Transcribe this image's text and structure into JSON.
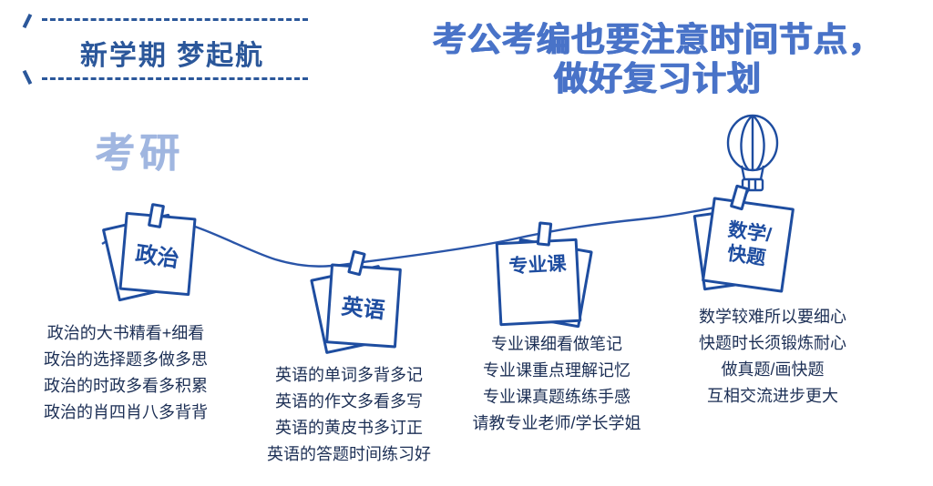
{
  "slide": {
    "badge_title": "新学期 梦起航",
    "main_title_line1": "考公考编也要注意时间节点，",
    "main_title_line2": "做好复习计划",
    "section_label": "考研"
  },
  "notes": [
    {
      "label_lines": [
        "政治"
      ],
      "tips": [
        "政治的大书精看+细看",
        "政治的选择题多做多思",
        "政治的时政多看多积累",
        "政治的肖四肖八多背背"
      ]
    },
    {
      "label_lines": [
        "英语"
      ],
      "tips": [
        "英语的单词多背多记",
        "英语的作文多看多写",
        "英语的黄皮书多订正",
        "英语的答题时间练习好"
      ]
    },
    {
      "label_lines": [
        "专业课"
      ],
      "tips": [
        "专业课细看做笔记",
        "专业课重点理解记忆",
        "专业课真题练练手感",
        "请教专业老师/学长学姐"
      ]
    },
    {
      "label_lines": [
        "数学/",
        "快题"
      ],
      "tips": [
        "数学较难所以要细心",
        "快题时长须锻炼耐心",
        "做真题/画快题",
        "互相交流进步更大"
      ]
    }
  ],
  "icons": {
    "balloon": "hot-air-balloon-icon"
  },
  "colors": {
    "outline_blue": "#1e4da0",
    "title_blue": "#4973c8",
    "badge_blue": "#2b579a",
    "section_label_blue": "#a0b6e0",
    "body_text": "#1c2f55"
  }
}
